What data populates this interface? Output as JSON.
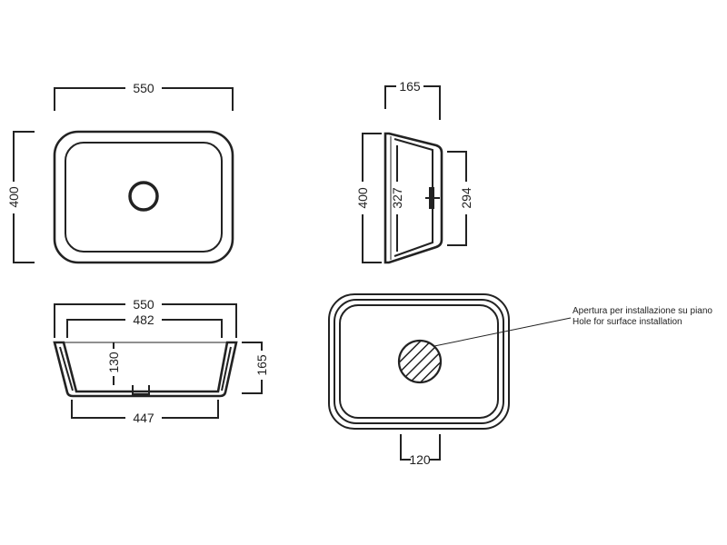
{
  "views": {
    "top": {
      "width": "550",
      "depth": "400"
    },
    "side": {
      "height": "165",
      "outer_depth": "400",
      "inner_depth": "327",
      "bottom_depth": "294"
    },
    "front": {
      "outer_width": "550",
      "inner_width": "482",
      "bottom_width": "447",
      "bowl_depth": "130",
      "height": "165"
    },
    "installation": {
      "note_it": "Apertura per installazione su piano",
      "note_en": "Hole for surface installation",
      "hole_diameter": "120"
    }
  }
}
